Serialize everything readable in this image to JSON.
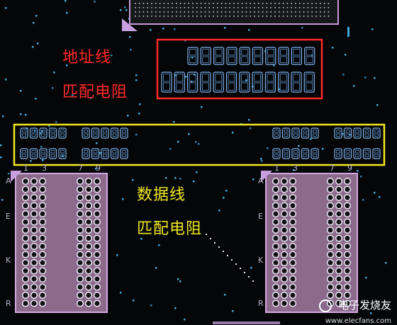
{
  "annotations": {
    "address_line": "地址线",
    "address_resistor": "匹配电阻",
    "data_line": "数据线",
    "data_resistor": "匹配电阻"
  },
  "pin_labels": {
    "left_columns": [
      "1",
      "3",
      "7",
      "9"
    ],
    "left_rows": [
      "A",
      "E",
      "K",
      "R"
    ],
    "right_columns": [
      "1",
      "3",
      "7",
      "9"
    ],
    "right_rows": [
      "A",
      "E",
      "K",
      "R"
    ]
  },
  "watermark": {
    "text": "电子发烧友",
    "site": "www.elecfans.com"
  },
  "colors": {
    "background": "#050608",
    "highlight_red": "#ff2a2a",
    "highlight_yellow": "#f1e81f",
    "component_outline": "#c89ad8",
    "pad_blue": "#7fb0e8",
    "via_cyan": "#3fa8d8"
  }
}
